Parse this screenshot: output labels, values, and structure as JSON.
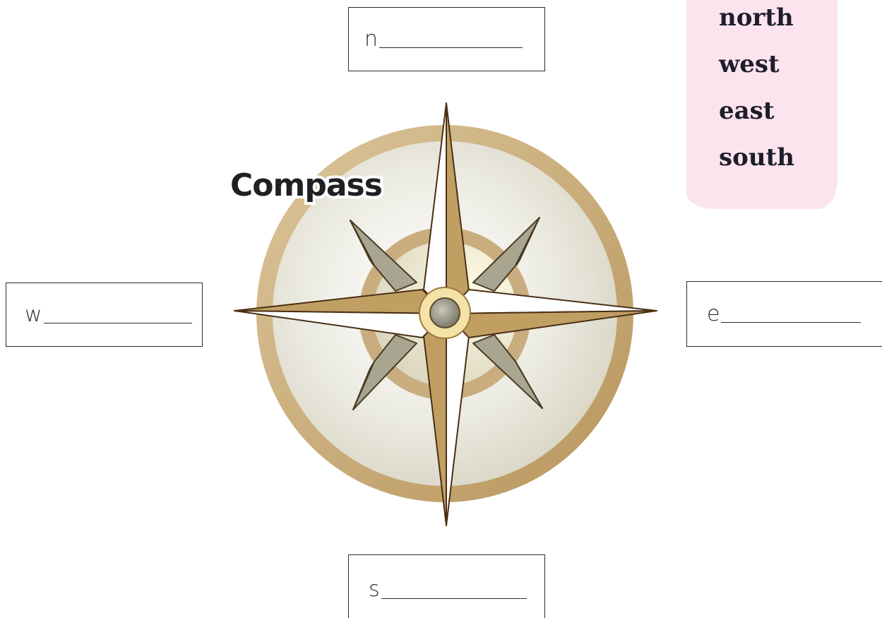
{
  "title": "Compass",
  "answer_boxes": {
    "north": {
      "letter": "n"
    },
    "west": {
      "letter": "w"
    },
    "east": {
      "letter": "e"
    },
    "south": {
      "letter": "s"
    }
  },
  "word_bank": [
    "north",
    "west",
    "east",
    "south"
  ],
  "colors": {
    "ring": "#c9ad7e",
    "face": "#efece3",
    "star_point": "#c19f63",
    "star_light": "#ffffff",
    "inner_star": "#b4b19f",
    "word_bank_bg": "#fce4ee"
  }
}
